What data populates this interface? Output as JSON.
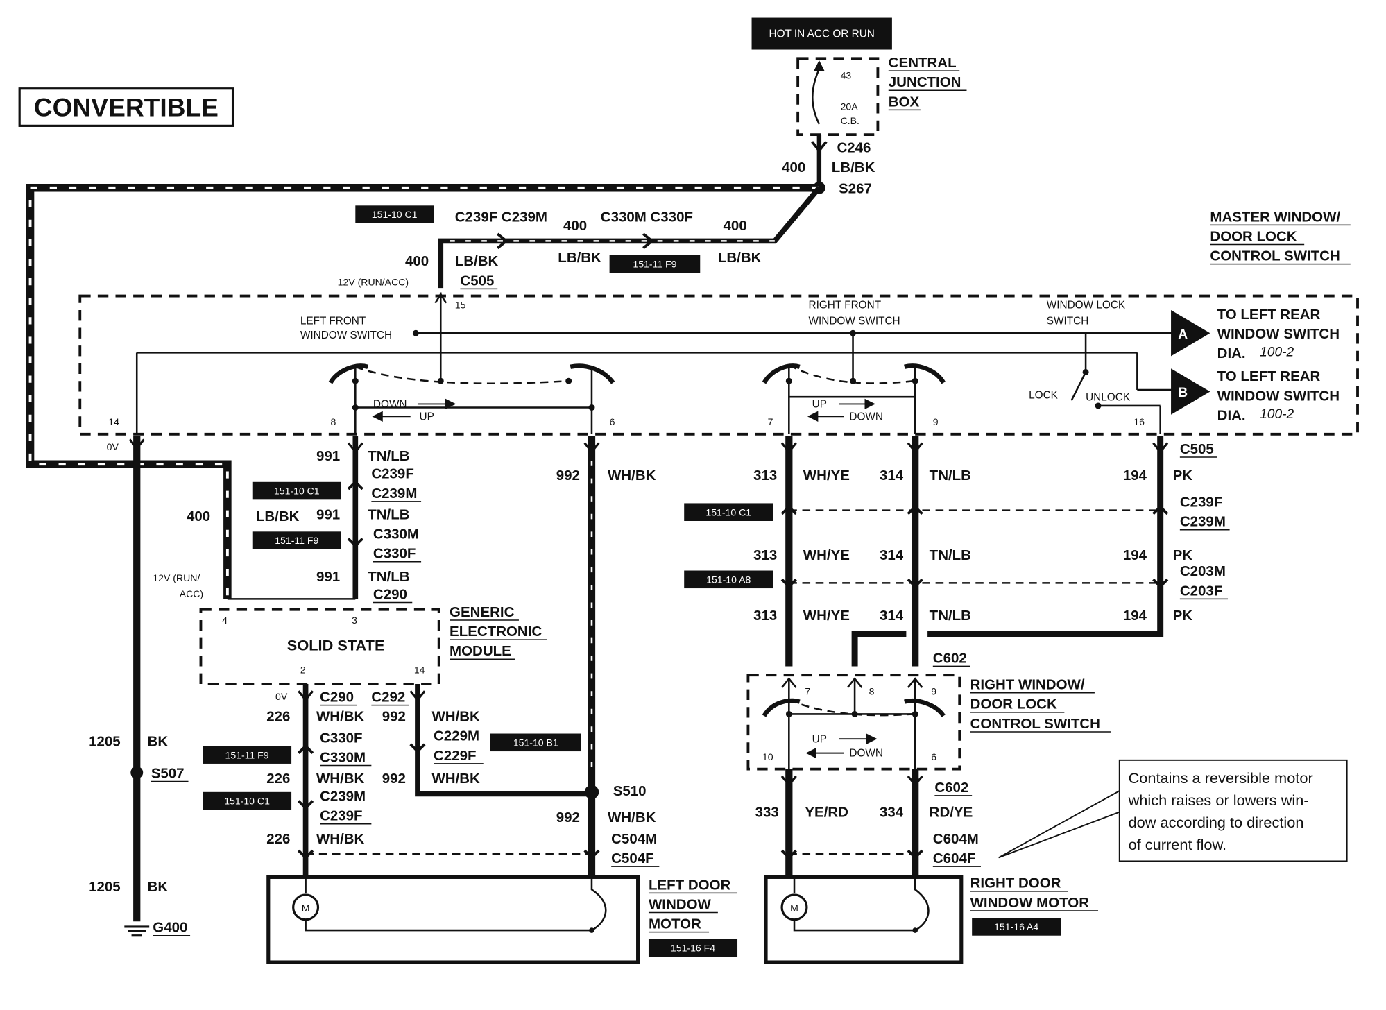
{
  "title": "CONVERTIBLE",
  "top_label": "HOT IN ACC OR RUN",
  "cjb": {
    "name": [
      "CENTRAL",
      "JUNCTION",
      "BOX"
    ],
    "fuse_pin": "43",
    "fuse_rating": "20A",
    "fuse_type": "C.B.",
    "connector": "C246",
    "circuit": "400",
    "wire": "LB/BK",
    "splice": "S267"
  },
  "master_switch": {
    "name": [
      "MASTER WINDOW/",
      "DOOR LOCK",
      "CONTROL SWITCH"
    ],
    "left_front_label": [
      "LEFT FRONT",
      "WINDOW SWITCH"
    ],
    "right_front_label": [
      "RIGHT FRONT",
      "WINDOW SWITCH"
    ],
    "window_lock_label": [
      "WINDOW LOCK",
      "SWITCH"
    ],
    "lock": "LOCK",
    "unlock": "UNLOCK",
    "down": "DOWN",
    "up": "UP",
    "pins": {
      "p14": "14",
      "p8": "8",
      "p6": "6",
      "p7": "7",
      "p9": "9",
      "p16": "16",
      "p15": "15"
    },
    "ov": "0V",
    "to_a": [
      "TO LEFT REAR",
      "WINDOW SWITCH",
      "DIA.",
      "100-2"
    ],
    "to_b": [
      "TO LEFT REAR",
      "WINDOW SWITCH",
      "DIA.",
      "100-2"
    ],
    "arrow_a": "A",
    "arrow_b": "B"
  },
  "top_feed": {
    "ref1": "151-10 C1",
    "ref2": "151-11 F9",
    "c239": "C239F C239M",
    "c330": "C330M C330F",
    "c400a": "400",
    "c400b": "400",
    "c400c": "400",
    "lbbk1": "LB/BK",
    "lbbk2": "LB/BK",
    "lbbk3": "LB/BK",
    "run_acc": "12V (RUN/ACC)",
    "c505": "C505"
  },
  "left_column": {
    "c991a": "991",
    "w991a": "TN/LB",
    "c239f": "C239F",
    "c239m": "C239M",
    "ref1": "151-10 C1",
    "c400": "400",
    "lbbk": "LB/BK",
    "c991b": "991",
    "w991b": "TN/LB",
    "ref2": "151-11 F9",
    "c330m": "C330M",
    "c330f": "C330F",
    "c991c": "991",
    "w991c": "TN/LB",
    "c290": "C290",
    "run_acc": [
      "12V (RUN/",
      "ACC)"
    ],
    "ov": "0V",
    "c1205a": "1205",
    "bk1": "BK",
    "s507": "S507",
    "c1205b": "1205",
    "bk2": "BK",
    "g400": "G400"
  },
  "gem": {
    "name": [
      "GENERIC",
      "ELECTRONIC",
      "MODULE"
    ],
    "inner": "SOLID STATE",
    "p4": "4",
    "p3": "3",
    "p2": "2",
    "p14": "14"
  },
  "gem_out": {
    "ov": "0V",
    "c290": "C290",
    "c292": "C292",
    "c226a": "226",
    "wa": "WH/BK",
    "c992a": "992",
    "wb": "WH/BK",
    "c330f": "C330F",
    "c330m": "C330M",
    "ref1": "151-11 F9",
    "c229m": "C229M",
    "c229f": "C229F",
    "ref2": "151-10 B1",
    "c226b": "226",
    "wc": "WH/BK",
    "c992b": "992",
    "wd": "WH/BK",
    "ref3": "151-10 C1",
    "c239m": "C239M",
    "c239f": "C239F",
    "c226c": "226",
    "we": "WH/BK"
  },
  "mid_column": {
    "c992": "992",
    "w992": "WH/BK",
    "s510": "S510",
    "c992b": "992",
    "w992b": "WH/BK",
    "c504m": "C504M",
    "c504f": "C504F"
  },
  "left_motor": {
    "name": [
      "LEFT DOOR",
      "WINDOW",
      "MOTOR"
    ],
    "ref": "151-16 F4",
    "m": "M"
  },
  "right_side": {
    "c313a": "313",
    "w313a": "WH/YE",
    "c314a": "314",
    "w314a": "TN/LB",
    "c194a": "194",
    "w194a": "PK",
    "c505": "C505",
    "ref1": "151-10 C1",
    "c239f": "C239F",
    "c239m": "C239M",
    "c313b": "313",
    "w313b": "WH/YE",
    "c314b": "314",
    "w314b": "TN/LB",
    "c194b": "194",
    "w194b": "PK",
    "ref2": "151-10 A8",
    "c203m": "C203M",
    "c203f": "C203F",
    "c313c": "313",
    "w313c": "WH/YE",
    "c314c": "314",
    "w314c": "TN/LB",
    "c194c": "194",
    "w194c": "PK",
    "c602a": "C602"
  },
  "right_switch": {
    "name": [
      "RIGHT WINDOW/",
      "DOOR LOCK",
      "CONTROL SWITCH"
    ],
    "p7": "7",
    "p8": "8",
    "p9": "9",
    "p10": "10",
    "p6": "6",
    "up": "UP",
    "down": "DOWN"
  },
  "right_motor_feed": {
    "c602b": "C602",
    "c333": "333",
    "w333": "YE/RD",
    "c334": "334",
    "w334": "RD/YE",
    "c604m": "C604M",
    "c604f": "C604F"
  },
  "right_motor": {
    "name": [
      "RIGHT DOOR",
      "WINDOW MOTOR"
    ],
    "ref": "151-16 A4",
    "m": "M"
  },
  "note": [
    "Contains a reversible motor",
    "which raises or lowers win-",
    "dow according to direction",
    "of current flow."
  ]
}
